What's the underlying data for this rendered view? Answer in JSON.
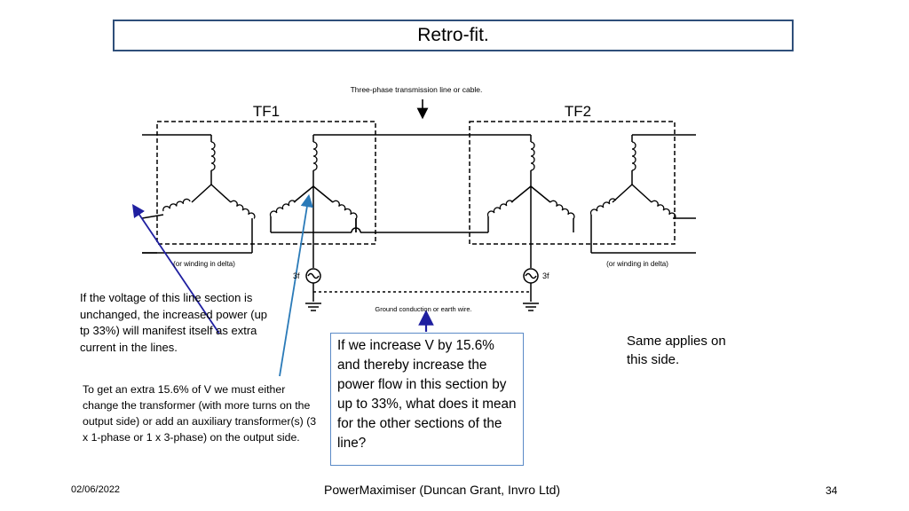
{
  "slide": {
    "title": "Retro-fit.",
    "date": "02/06/2022",
    "footer": "PowerMaximiser  (Duncan Grant, Invro Ltd)",
    "page_number": "34"
  },
  "diagram": {
    "line_label": "Three-phase transmission line or cable.",
    "tf1_label": "TF1",
    "tf2_label": "TF2",
    "delta_left": "(or winding in delta)",
    "delta_right": "(or winding in delta)",
    "ground_label": "Ground conduction or earth wire.",
    "source_left": "3f",
    "source_right": "3f"
  },
  "notes": {
    "voltage_note": "If the voltage of this line section is unchanged, the increased power (up tp 33%) will manifest itself as extra current in the lines.",
    "extra_v_note": "To get an extra 15.6% of V we must either change the transformer (with more turns on the output side) or add an auxiliary transformer(s) (3 x 1-phase or 1 x 3-phase) on the output side.",
    "same_applies": "Same applies on this side.",
    "question": "If we increase V by 15.6% and thereby increase the power flow in this section by up to 33%, what does it mean for the other sections of the line?"
  },
  "colors": {
    "title_border": "#2f4f7a",
    "arrow_dark_blue": "#1f1fa0",
    "arrow_light_blue": "#2a7ab8",
    "callout_border": "#5b8ac7"
  }
}
